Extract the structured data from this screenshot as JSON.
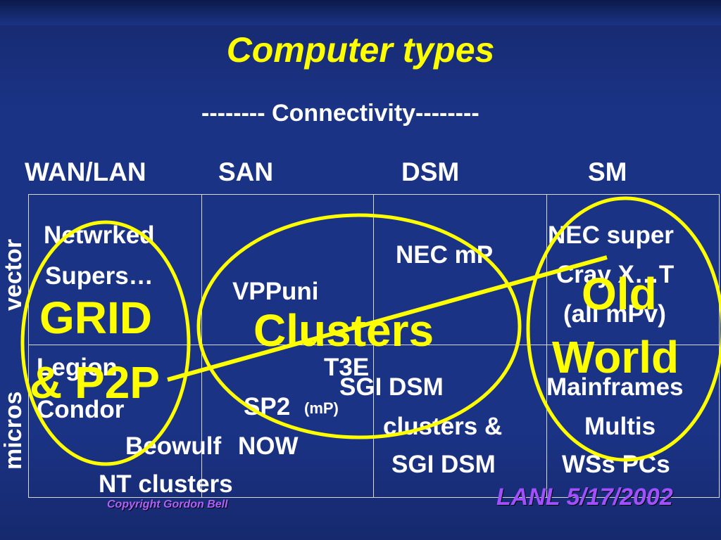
{
  "title": "Computer types",
  "subtitle": "-------- Connectivity--------",
  "columns": {
    "wan_lan": "WAN/LAN",
    "san": "SAN",
    "dsm": "DSM",
    "sm": "SM"
  },
  "rows": {
    "vector": "vector",
    "micros": "micros"
  },
  "cells": {
    "netwrked_1": "Netwrked",
    "netwrked_2": "Supers…",
    "vppuni": "VPPuni",
    "nec_mp": "NEC mP",
    "nec_super_1": "NEC super",
    "nec_super_2": "Cray X…T",
    "nec_super_3": "(all mPv)",
    "legion": "Legion",
    "condor": "Condor",
    "beowulf": "Beowulf",
    "nt_clusters": "NT clusters",
    "t3e": "T3E",
    "sp2": "SP2",
    "sp2_mp": "(mP)",
    "now": "NOW",
    "sgi_dsm_1": "SGI DSM",
    "sgi_dsm_2": "clusters &",
    "sgi_dsm_3": "SGI DSM",
    "mainframes": "Mainframes",
    "multis": "Multis",
    "wss_pcs": "WSs PCs"
  },
  "overlays": {
    "grid_1": "GRID",
    "grid_2": "& P2P",
    "clusters": "Clusters",
    "old": "Old",
    "world": "World"
  },
  "footer": {
    "copyright": "Copyright Gordon Bell",
    "date": "LANL 5/17/2002"
  },
  "colors": {
    "background": "#1b3385",
    "title": "#ffff00",
    "text": "#ffffff",
    "overlay": "#ffff00",
    "footer": "#a050ff"
  }
}
